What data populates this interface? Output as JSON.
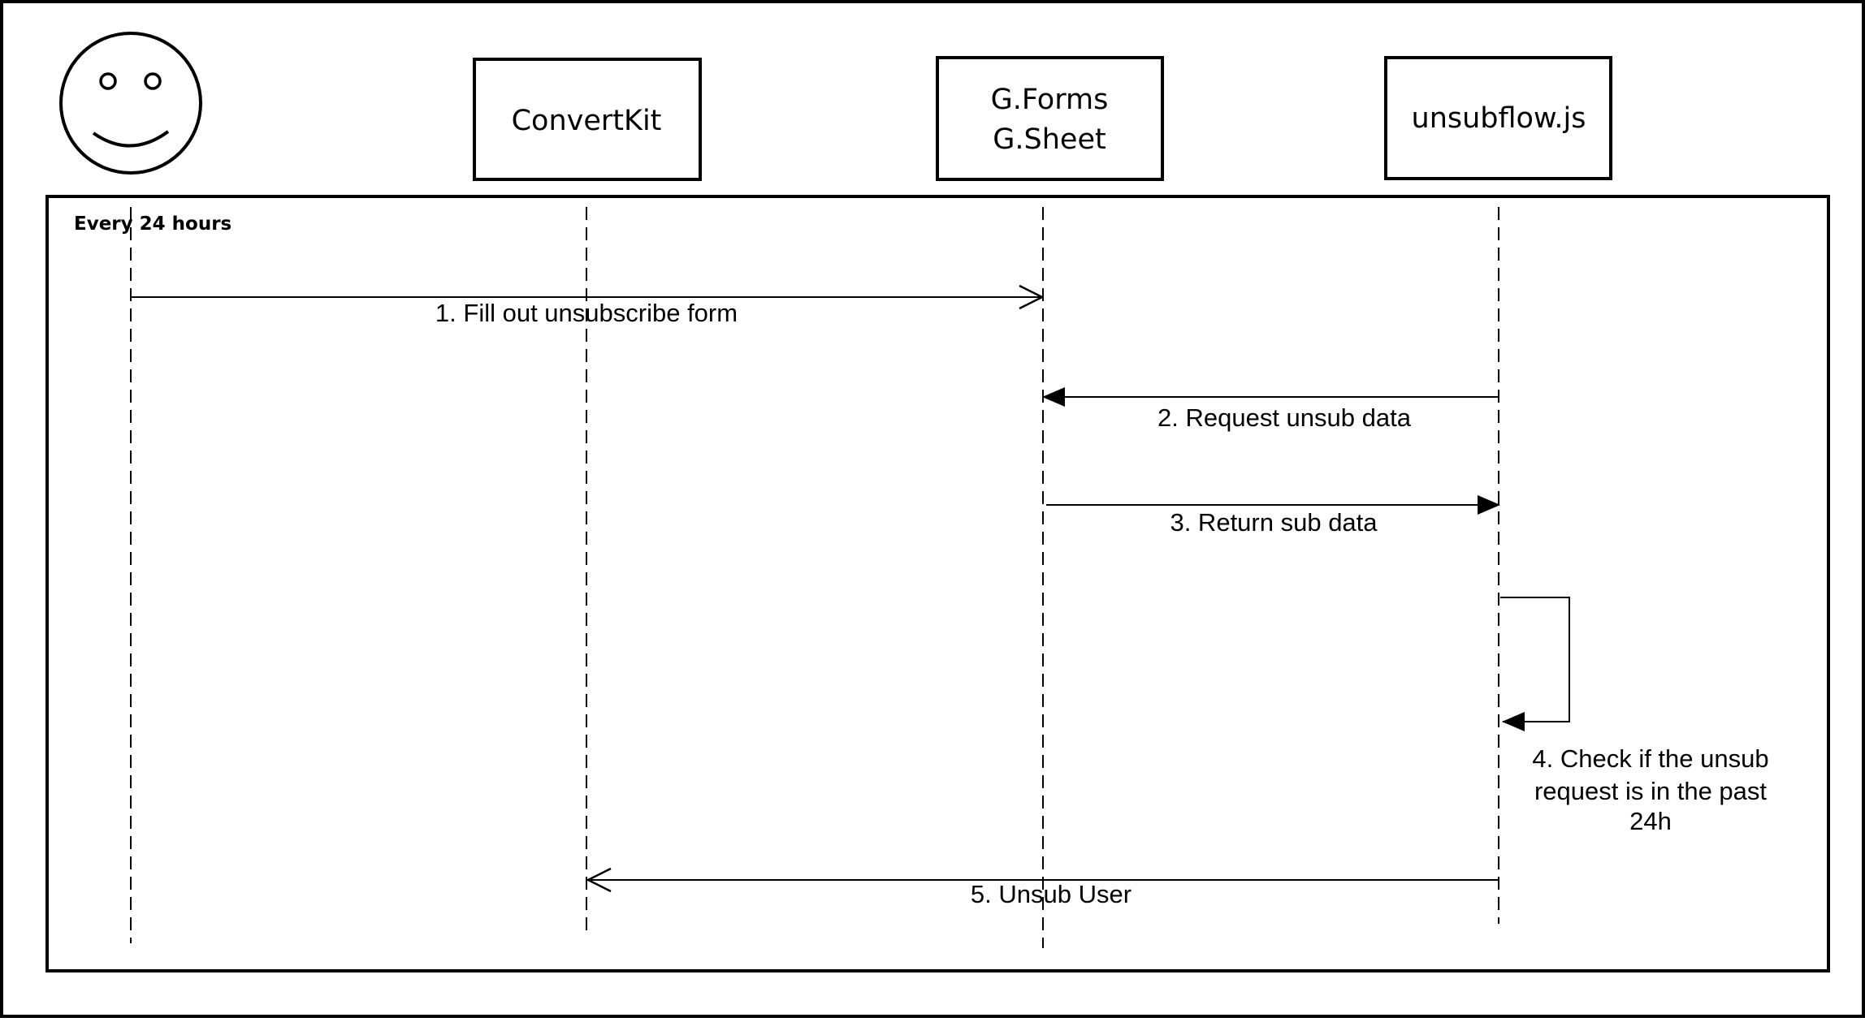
{
  "frame": {
    "label": "Every 24 hours"
  },
  "participants": [
    {
      "id": "user",
      "label": "",
      "icon": "smiley-actor-icon"
    },
    {
      "id": "convertkit",
      "label": "ConvertKit"
    },
    {
      "id": "gforms",
      "label_lines": [
        "G.Forms",
        "G.Sheet"
      ]
    },
    {
      "id": "unsubflow",
      "label": "unsubflow.js"
    }
  ],
  "messages": [
    {
      "id": "m1",
      "from": "user",
      "to": "gforms",
      "label": "1. Fill out unsubscribe form",
      "arrow": "open"
    },
    {
      "id": "m2",
      "from": "unsubflow",
      "to": "gforms",
      "label": "2. Request unsub data",
      "arrow": "filled"
    },
    {
      "id": "m3",
      "from": "gforms",
      "to": "unsubflow",
      "label": "3. Return sub data",
      "arrow": "filled"
    },
    {
      "id": "m4",
      "from": "unsubflow",
      "to": "unsubflow",
      "label_lines": [
        "4. Check if the unsub",
        "request is in the past",
        "24h"
      ],
      "arrow": "filled"
    },
    {
      "id": "m5",
      "from": "unsubflow",
      "to": "convertkit",
      "label": "5. Unsub User",
      "arrow": "open"
    }
  ]
}
